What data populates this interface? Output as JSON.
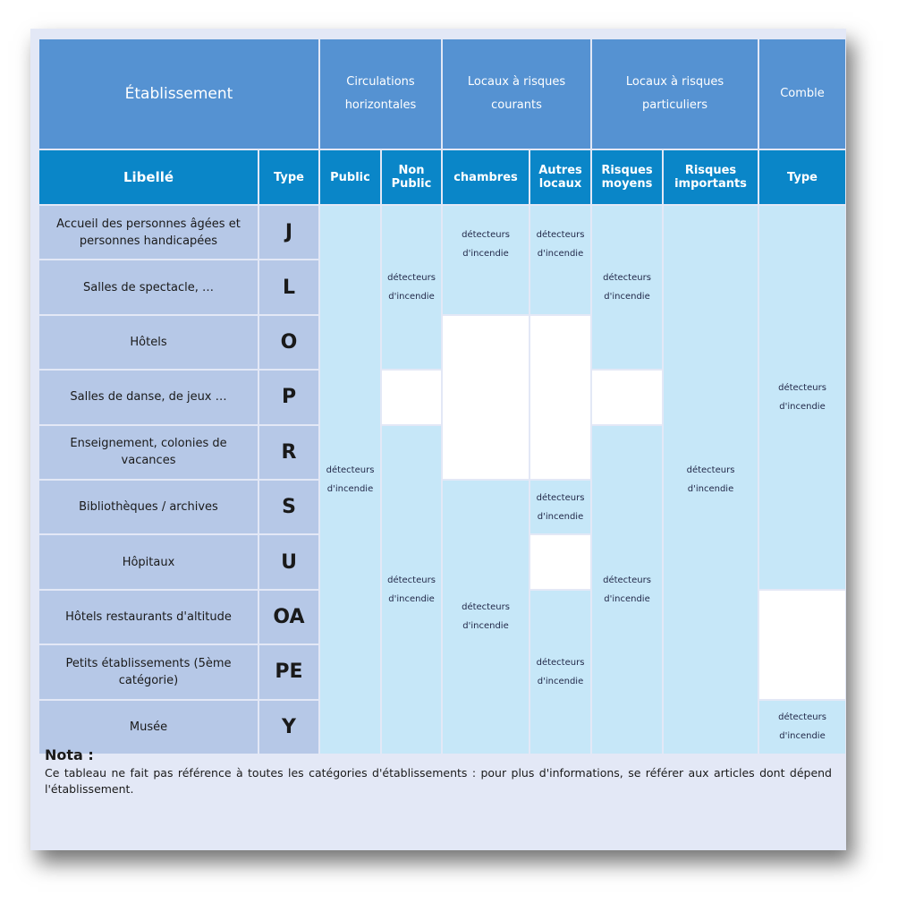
{
  "header": {
    "etablissement": "Établissement",
    "circulations": "Circulations horizontales",
    "locaux_courants": "Locaux à risques courants",
    "locaux_particuliers": "Locaux à risques particuliers",
    "comble": "Comble"
  },
  "subheader": {
    "libelle": "Libellé",
    "type": "Type",
    "public": "Public",
    "non_public": "Non Public",
    "chambres": "chambres",
    "autres_locaux": "Autres locaux",
    "risques_moyens": "Risques moyens",
    "risques_importants": "Risques importants",
    "comble_type": "Type"
  },
  "rows": [
    {
      "label": "Accueil des personnes âgées et personnes handicapées",
      "type": "J"
    },
    {
      "label": "Salles de spectacle, …",
      "type": "L"
    },
    {
      "label": "Hôtels",
      "type": "O"
    },
    {
      "label": "Salles de danse, de jeux …",
      "type": "P"
    },
    {
      "label": "Enseignement, colonies de vacances",
      "type": "R"
    },
    {
      "label": "Bibliothèques / archives",
      "type": "S"
    },
    {
      "label": "Hôpitaux",
      "type": "U"
    },
    {
      "label": "Hôtels restaurants d'altitude",
      "type": "OA"
    },
    {
      "label": "Petits établissements (5ème catégorie)",
      "type": "PE"
    },
    {
      "label": "Musée",
      "type": "Y"
    }
  ],
  "detector": "détecteurs d'incendie",
  "nota": {
    "title": "Nota :",
    "text": "Ce tableau ne fait pas référence à toutes les catégories d'établissements : pour plus d'informations, se référer aux articles dont dépend l'établissement."
  }
}
